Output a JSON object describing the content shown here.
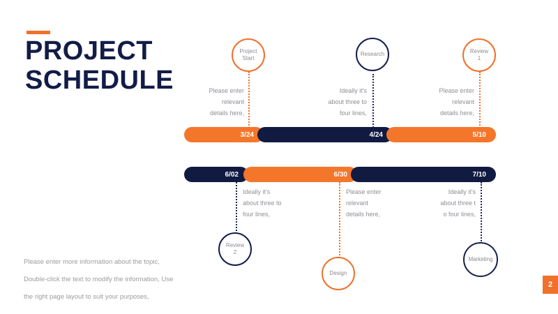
{
  "slide": {
    "title_lines": [
      "PROJECT",
      "SCHEDULE"
    ],
    "page_number": "2",
    "accent_orange": "#f1702a",
    "accent_navy": "#121c47",
    "body_note_lines": [
      "Please enter more information about the topic,",
      "Double-click the text to modify the information, Use",
      "the right page layout to suit your purposes,"
    ]
  },
  "timeline": {
    "row1": {
      "bars": [
        {
          "label": "3/24",
          "color": "orange"
        },
        {
          "label": "4/24",
          "color": "navy"
        },
        {
          "label": "5/10",
          "color": "orange"
        }
      ],
      "nodes": [
        {
          "label_lines": [
            "Project",
            "Start"
          ],
          "color": "orange"
        },
        {
          "label_lines": [
            "Research"
          ],
          "color": "navy"
        },
        {
          "label_lines": [
            "Review",
            "1"
          ],
          "color": "orange"
        }
      ],
      "descriptions": [
        {
          "lines": [
            "Please enter",
            "relevant",
            "details here,"
          ],
          "align": "right",
          "color": "orange"
        },
        {
          "lines": [
            "Ideally it's",
            "about three to",
            "four lines,"
          ],
          "align": "right",
          "color": "navy"
        },
        {
          "lines": [
            "Please enter",
            "relevant",
            "details here,"
          ],
          "align": "right",
          "color": "orange"
        }
      ]
    },
    "row2": {
      "bars": [
        {
          "label": "6/02",
          "color": "navy"
        },
        {
          "label": "6/30",
          "color": "orange"
        },
        {
          "label": "7/10",
          "color": "navy"
        }
      ],
      "nodes": [
        {
          "label_lines": [
            "Review",
            "2"
          ],
          "color": "navy"
        },
        {
          "label_lines": [
            "Design"
          ],
          "color": "orange"
        },
        {
          "label_lines": [
            "Marketing"
          ],
          "color": "navy"
        }
      ],
      "descriptions": [
        {
          "lines": [
            "Ideally it's",
            "about three to",
            "four lines,"
          ],
          "align": "left",
          "color": "navy"
        },
        {
          "lines": [
            "Please enter",
            "relevant",
            "details here,"
          ],
          "align": "left",
          "color": "orange"
        },
        {
          "lines": [
            "Ideally it's",
            "about three t",
            "o four lines,"
          ],
          "align": "right",
          "color": "navy"
        }
      ]
    }
  }
}
